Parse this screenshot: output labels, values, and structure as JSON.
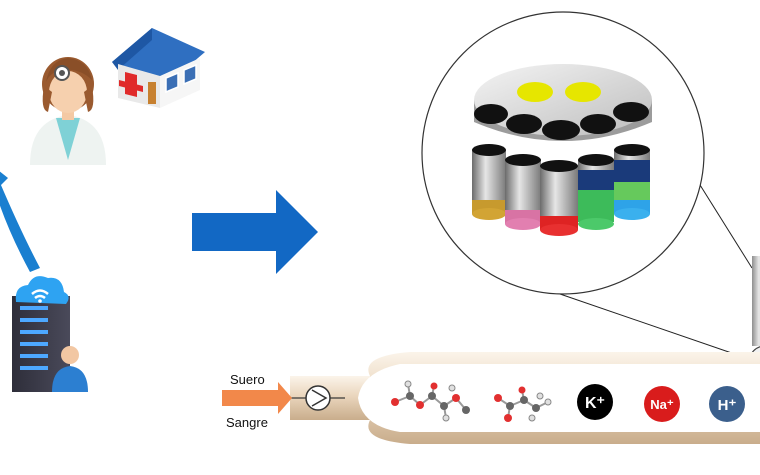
{
  "input": {
    "serum_label": "Suero",
    "blood_label": "Sangre"
  },
  "ions": {
    "potassium": "K⁺",
    "sodium": "Na⁺",
    "hydrogen": "H⁺"
  },
  "colors": {
    "arrow_blue": "#1268c4",
    "arc_blue": "#1a7fd0",
    "input_arrow_orange": "#f2884a",
    "tube_beige": "#f3e6d3",
    "sensor_yellow": "#e6e600",
    "k_ion": "#000000",
    "na_ion": "#d91c1c",
    "h_ion": "#3b5f8c"
  },
  "icons": {
    "doctor": "doctor-icon",
    "hospital": "hospital-icon",
    "server": "cloud-server-icon",
    "pump": "pump-icon",
    "sensor": "sensor-array-icon",
    "molecules": "molecule-icon"
  }
}
